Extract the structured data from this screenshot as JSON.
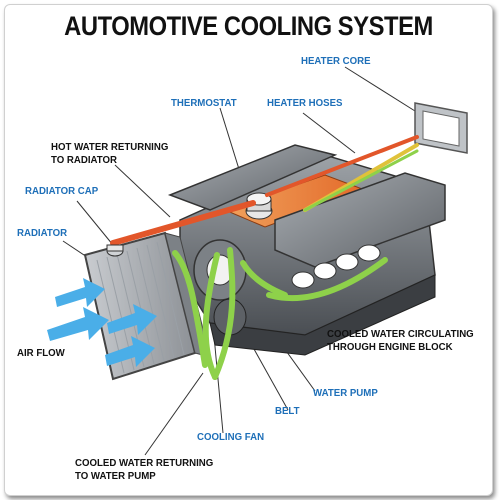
{
  "title": "AUTOMOTIVE COOLING SYSTEM",
  "labels": {
    "heater_core": "HEATER CORE",
    "thermostat": "THERMOSTAT",
    "heater_hoses": "HEATER HOSES",
    "hot_water_line1": "HOT WATER RETURNING",
    "hot_water_line2": "TO RADIATOR",
    "radiator_cap": "RADIATOR CAP",
    "radiator": "RADIATOR",
    "air_flow": "AIR FLOW",
    "cooled_circ_line1": "COOLED WATER CIRCULATING",
    "cooled_circ_line2": "THROUGH ENGINE BLOCK",
    "water_pump": "WATER PUMP",
    "belt": "BELT",
    "cooling_fan": "COOLING FAN",
    "cooled_return_line1": "COOLED WATER RETURNING",
    "cooled_return_line2": "TO WATER PUMP"
  },
  "colors": {
    "label_blue": "#1e6fb8",
    "label_dark": "#111111",
    "hot_hose": "#e2562a",
    "coolant_green": "#8ed14a",
    "air_arrow": "#4aaee8",
    "engine_gray": "#6f747a"
  }
}
